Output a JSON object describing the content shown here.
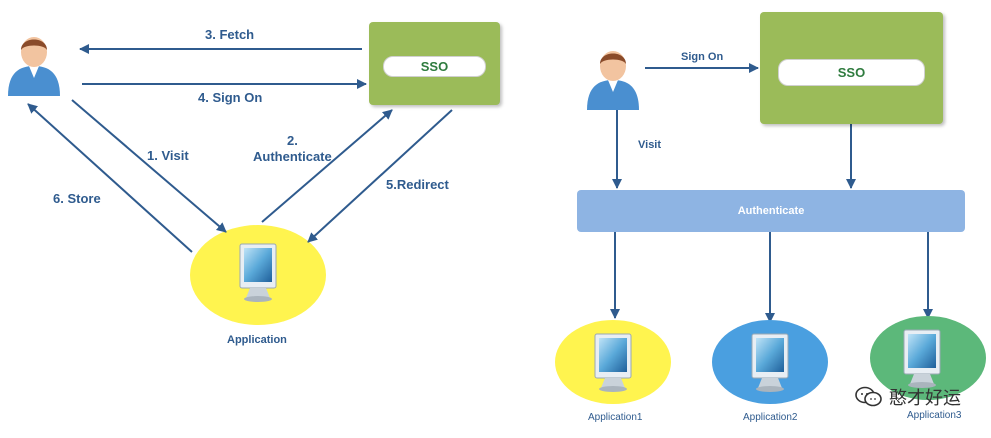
{
  "left": {
    "sso_label": "SSO",
    "edges": {
      "fetch": "3. Fetch",
      "sign_on": "4. Sign On",
      "visit": "1. Visit",
      "authenticate_num": "2.",
      "authenticate": "Authenticate",
      "redirect": "5.Redirect",
      "store": "6. Store"
    },
    "app_label": "Application"
  },
  "right": {
    "sso_label": "SSO",
    "sign_on": "Sign On",
    "visit": "Visit",
    "authenticate": "Authenticate",
    "apps": [
      "Application1",
      "Application2",
      "Application3"
    ]
  },
  "colors": {
    "arrow": "#2f5b8e",
    "sso_box": "#9bbb59",
    "auth_bar": "#8eb4e3",
    "app1": "#fff44f",
    "app2": "#4a9fe0",
    "app3": "#5cb87a"
  },
  "watermark": "憨才好运"
}
